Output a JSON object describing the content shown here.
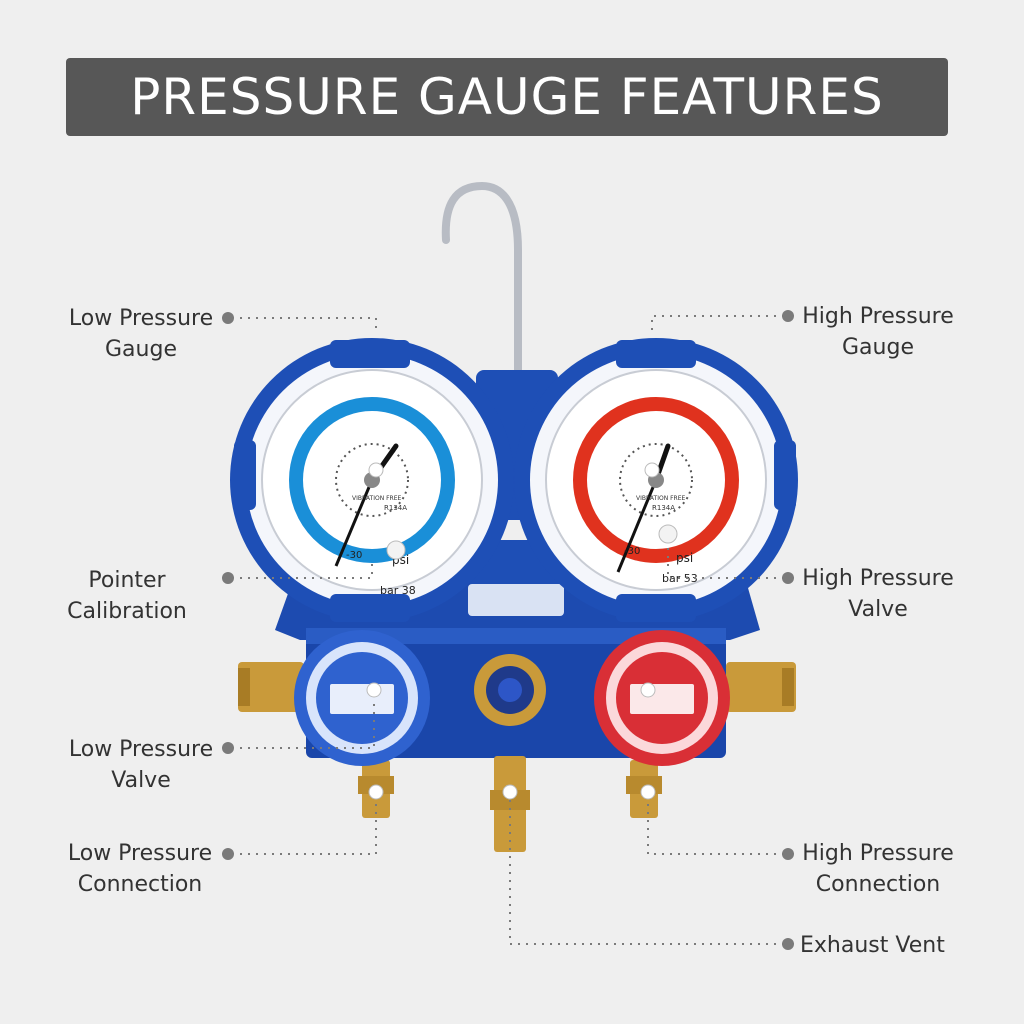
{
  "title": "PRESSURE GAUGE FEATURES",
  "labels": {
    "low_pressure_gauge": "Low Pressure\nGauge",
    "high_pressure_gauge": "High Pressure\nGauge",
    "pointer_calibration": "Pointer\nCalibration",
    "high_pressure_valve": "High Pressure\nValve",
    "low_pressure_valve": "Low Pressure\nValve",
    "low_pressure_connection": "Low Pressure\nConnection",
    "high_pressure_connection": "High Pressure\nConnection",
    "exhaust_vent": "Exhaust Vent"
  },
  "gauges": {
    "low": {
      "unit": "psi",
      "bar_label": "bar 38",
      "refrigerant": "R134A",
      "brand_text": "VIBRATION FREE",
      "vac": "-30",
      "accent": "#1a8fd8"
    },
    "high": {
      "unit": "psi",
      "bar_label": "bar 53",
      "refrigerant": "R134A",
      "brand_text": "VIBRATION FREE",
      "vac": "-30",
      "accent": "#e0321e"
    }
  },
  "colors": {
    "banner": "#575757",
    "manifold_blue": "#1e4fb6",
    "ring_white": "#f4f6fb",
    "knob_blue": "#3a6fd6",
    "knob_red": "#e0323a",
    "brass": "#c99a3a",
    "dot": "#7a7a7a"
  }
}
